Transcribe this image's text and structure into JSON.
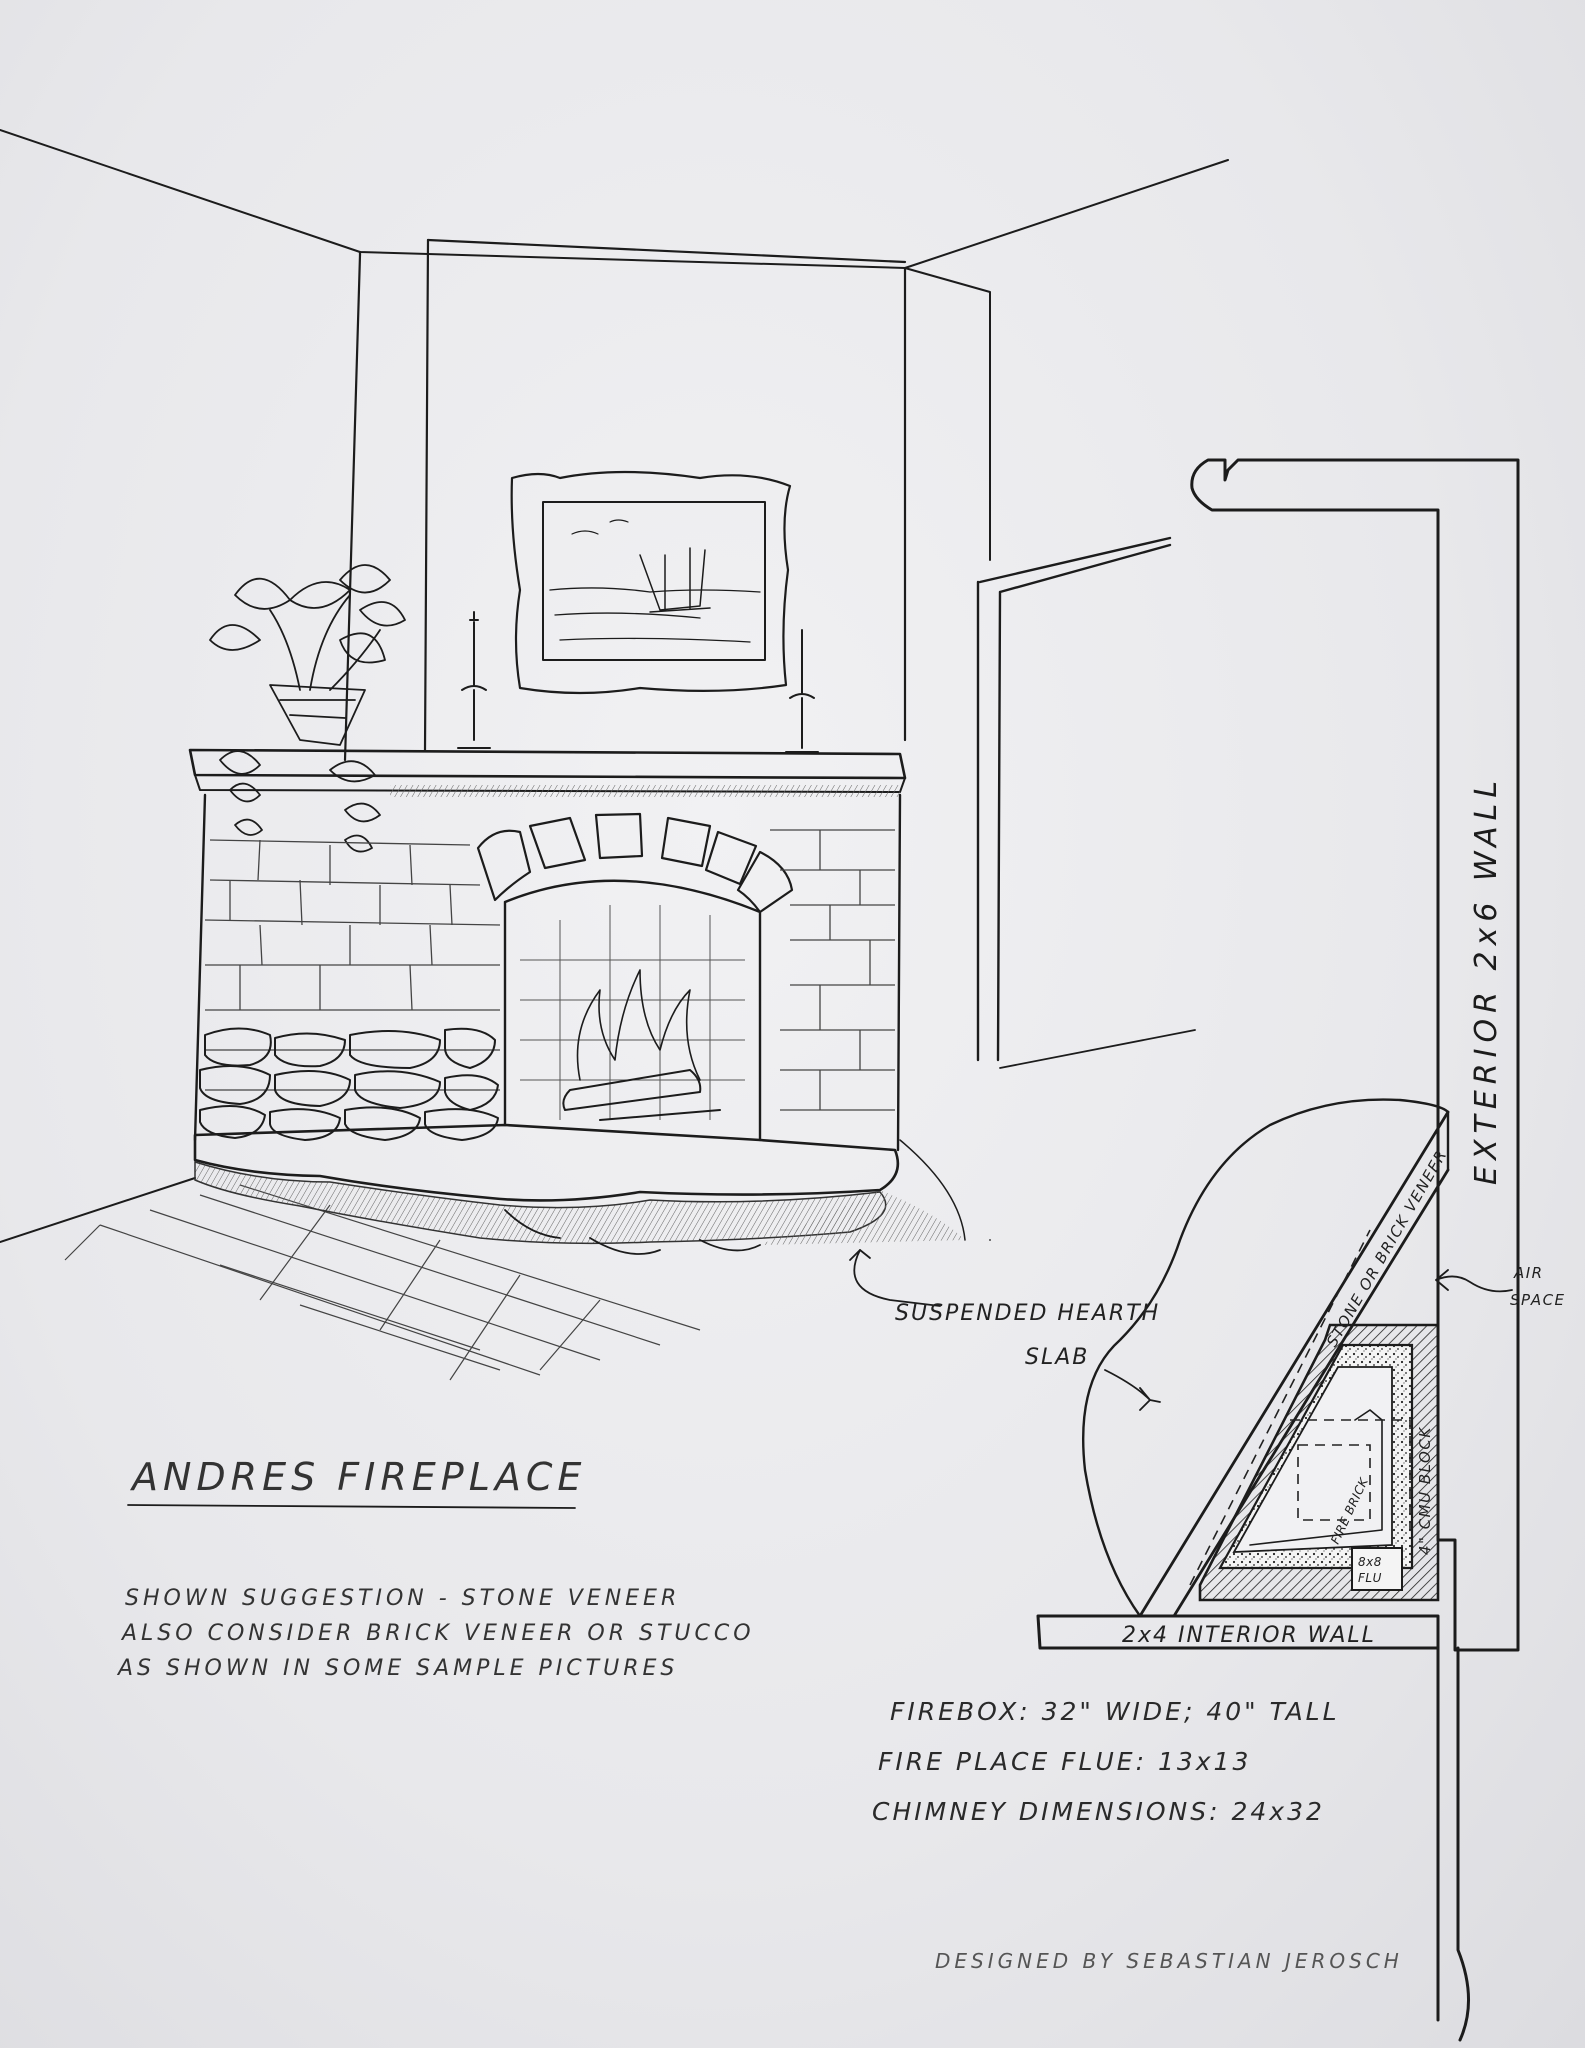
{
  "title": "ANDRES FIREPLACE",
  "notes": [
    "SHOWN SUGGESTION - STONE VENEER",
    "ALSO CONSIDER BRICK VENEER OR STUCCO",
    "AS SHOWN IN SOME SAMPLE PICTURES"
  ],
  "callouts": {
    "hearth_line1": "SUSPENDED HEARTH",
    "hearth_line2": "SLAB",
    "air_line1": "AIR",
    "air_line2": "SPACE"
  },
  "plan_labels": {
    "exterior_wall": "EXTERIOR 2x6 WALL",
    "interior_wall": "2x4 INTERIOR WALL",
    "veneer": "STONE OR BRICK VENEER",
    "cmu_block": "4\" CMU BLOCK",
    "fire_brick": "FIRE BRICK",
    "flue_line1": "8x8",
    "flue_line2": "FLU"
  },
  "specs": [
    "FIREBOX: 32\" WIDE; 40\" TALL",
    "FIRE PLACE FLUE:  13x13",
    "CHIMNEY DIMENSIONS:  24x32"
  ],
  "signature": "DESIGNED BY SEBASTIAN JEROSCH",
  "colors": {
    "paper": "#ececef",
    "ink": "#1c1c1c",
    "pencil": "#555555"
  }
}
